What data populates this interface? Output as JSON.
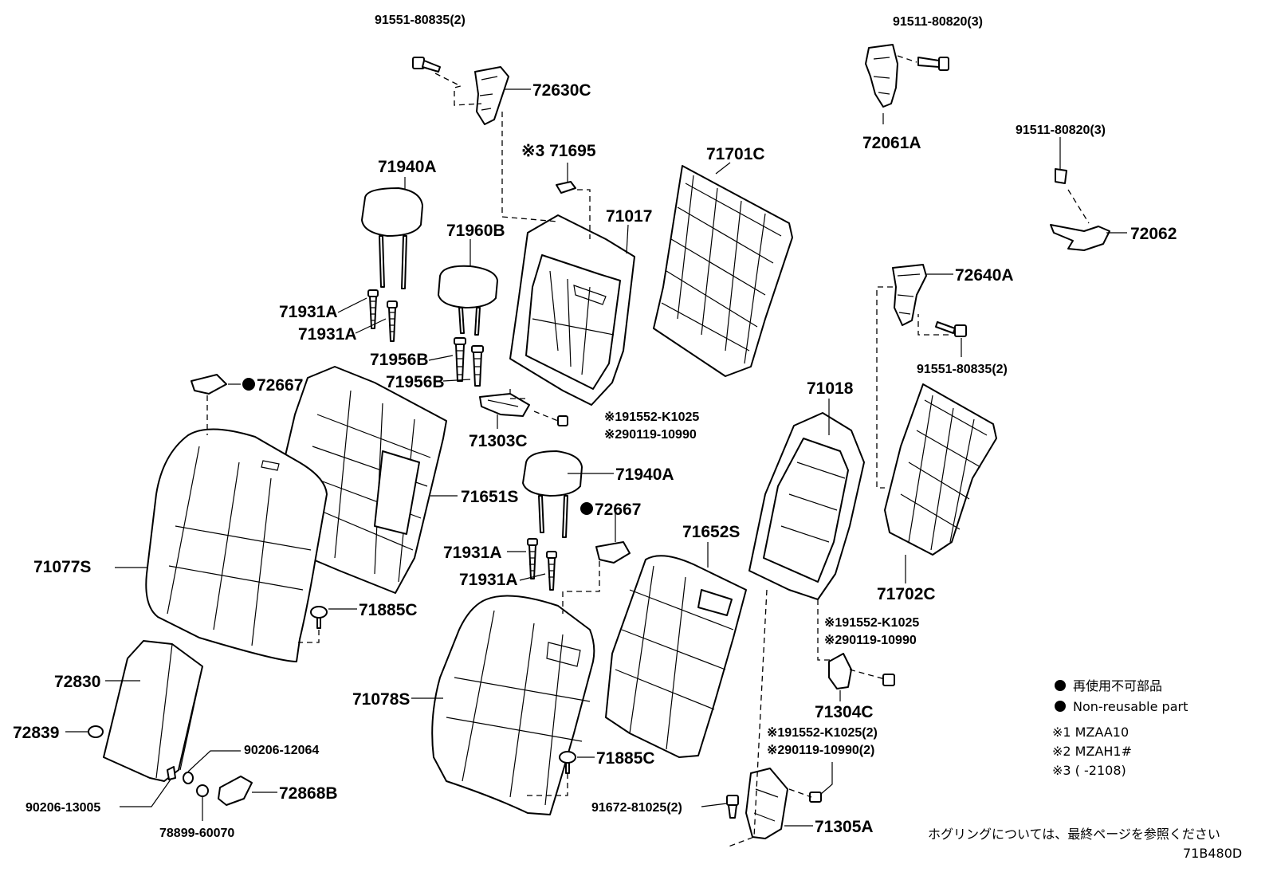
{
  "figure_code": "71B480D",
  "reference_note": "ホグリングについては、最終ページを参照ください",
  "legend": {
    "non_reusable_jp": "再使用不可部品",
    "non_reusable_en": "Non-reusable part",
    "note1": "※1 MZAA10",
    "note2": "※2 MZAH1#",
    "note3": "※3 (       -2108)"
  },
  "callouts": {
    "c01": "91551-80835(2)",
    "c02": "72630C",
    "c03": "91511-80820(3)",
    "c04": "72061A",
    "c05": "91511-80820(3)",
    "c06": "72062",
    "c07": "※3 71695",
    "c08": "71701C",
    "c09": "71940A",
    "c10": "71017",
    "c11": "71960B",
    "c12": "72640A",
    "c13": "71931A",
    "c14": "71931A",
    "c15": "71956B",
    "c16": "71956B",
    "c17": "91551-80835(2)",
    "c18": "72667",
    "c19": "71018",
    "c20": "※191552-K1025",
    "c21": "※290119-10990",
    "c22": "71303C",
    "c23": "71940A",
    "c24": "71651S",
    "c25": "72667",
    "c26": "71652S",
    "c27": "71077S",
    "c28": "71931A",
    "c29": "71931A",
    "c30": "71702C",
    "c31": "71885C",
    "c32": "※191552-K1025",
    "c33": "※290119-10990",
    "c34": "72830",
    "c35": "71078S",
    "c36": "71304C",
    "c37": "72839",
    "c38": "※191552-K1025(2)",
    "c39": "※290119-10990(2)",
    "c40": "90206-12064",
    "c41": "71885C",
    "c42": "90206-13005",
    "c43": "72868B",
    "c44": "91672-81025(2)",
    "c45": "71305A",
    "c46": "78899-60070"
  }
}
